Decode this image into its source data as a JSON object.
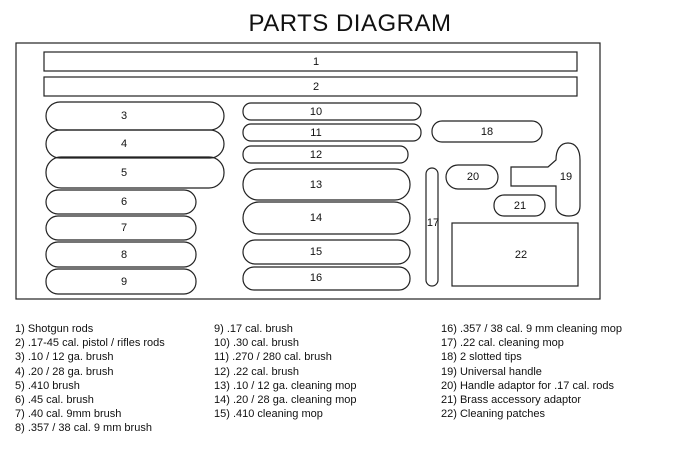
{
  "title": "PARTS DIAGRAM",
  "parts": [
    {
      "num": "1"
    },
    {
      "num": "2"
    },
    {
      "num": "3"
    },
    {
      "num": "4"
    },
    {
      "num": "5"
    },
    {
      "num": "6"
    },
    {
      "num": "7"
    },
    {
      "num": "8"
    },
    {
      "num": "9"
    },
    {
      "num": "10"
    },
    {
      "num": "11"
    },
    {
      "num": "12"
    },
    {
      "num": "13"
    },
    {
      "num": "14"
    },
    {
      "num": "15"
    },
    {
      "num": "16"
    },
    {
      "num": "17"
    },
    {
      "num": "18"
    },
    {
      "num": "19"
    },
    {
      "num": "20"
    },
    {
      "num": "21"
    },
    {
      "num": "22"
    }
  ],
  "legend": {
    "col1": [
      "1) Shotgun rods",
      "2) .17-45 cal. pistol / rifles rods",
      "3) .10 / 12 ga. brush",
      "4) .20 / 28 ga. brush",
      "5) .410 brush",
      "6) .45 cal. brush",
      "7) .40 cal. 9mm brush",
      "8) .357 / 38 cal. 9 mm brush"
    ],
    "col2": [
      "9) .17 cal. brush",
      "10) .30 cal. brush",
      "11) .270 / 280 cal. brush",
      "12) .22 cal. brush",
      "13) .10 / 12 ga. cleaning mop",
      "14) .20 / 28 ga. cleaning mop",
      "15) .410 cleaning mop"
    ],
    "col3": [
      "16) .357 / 38 cal. 9 mm cleaning mop",
      "17) .22 cal. cleaning mop",
      "18) 2 slotted tips",
      "19) Universal handle",
      "20) Handle adaptor for .17 cal. rods",
      "21) Brass accessory adaptor",
      "22) Cleaning patches"
    ]
  }
}
